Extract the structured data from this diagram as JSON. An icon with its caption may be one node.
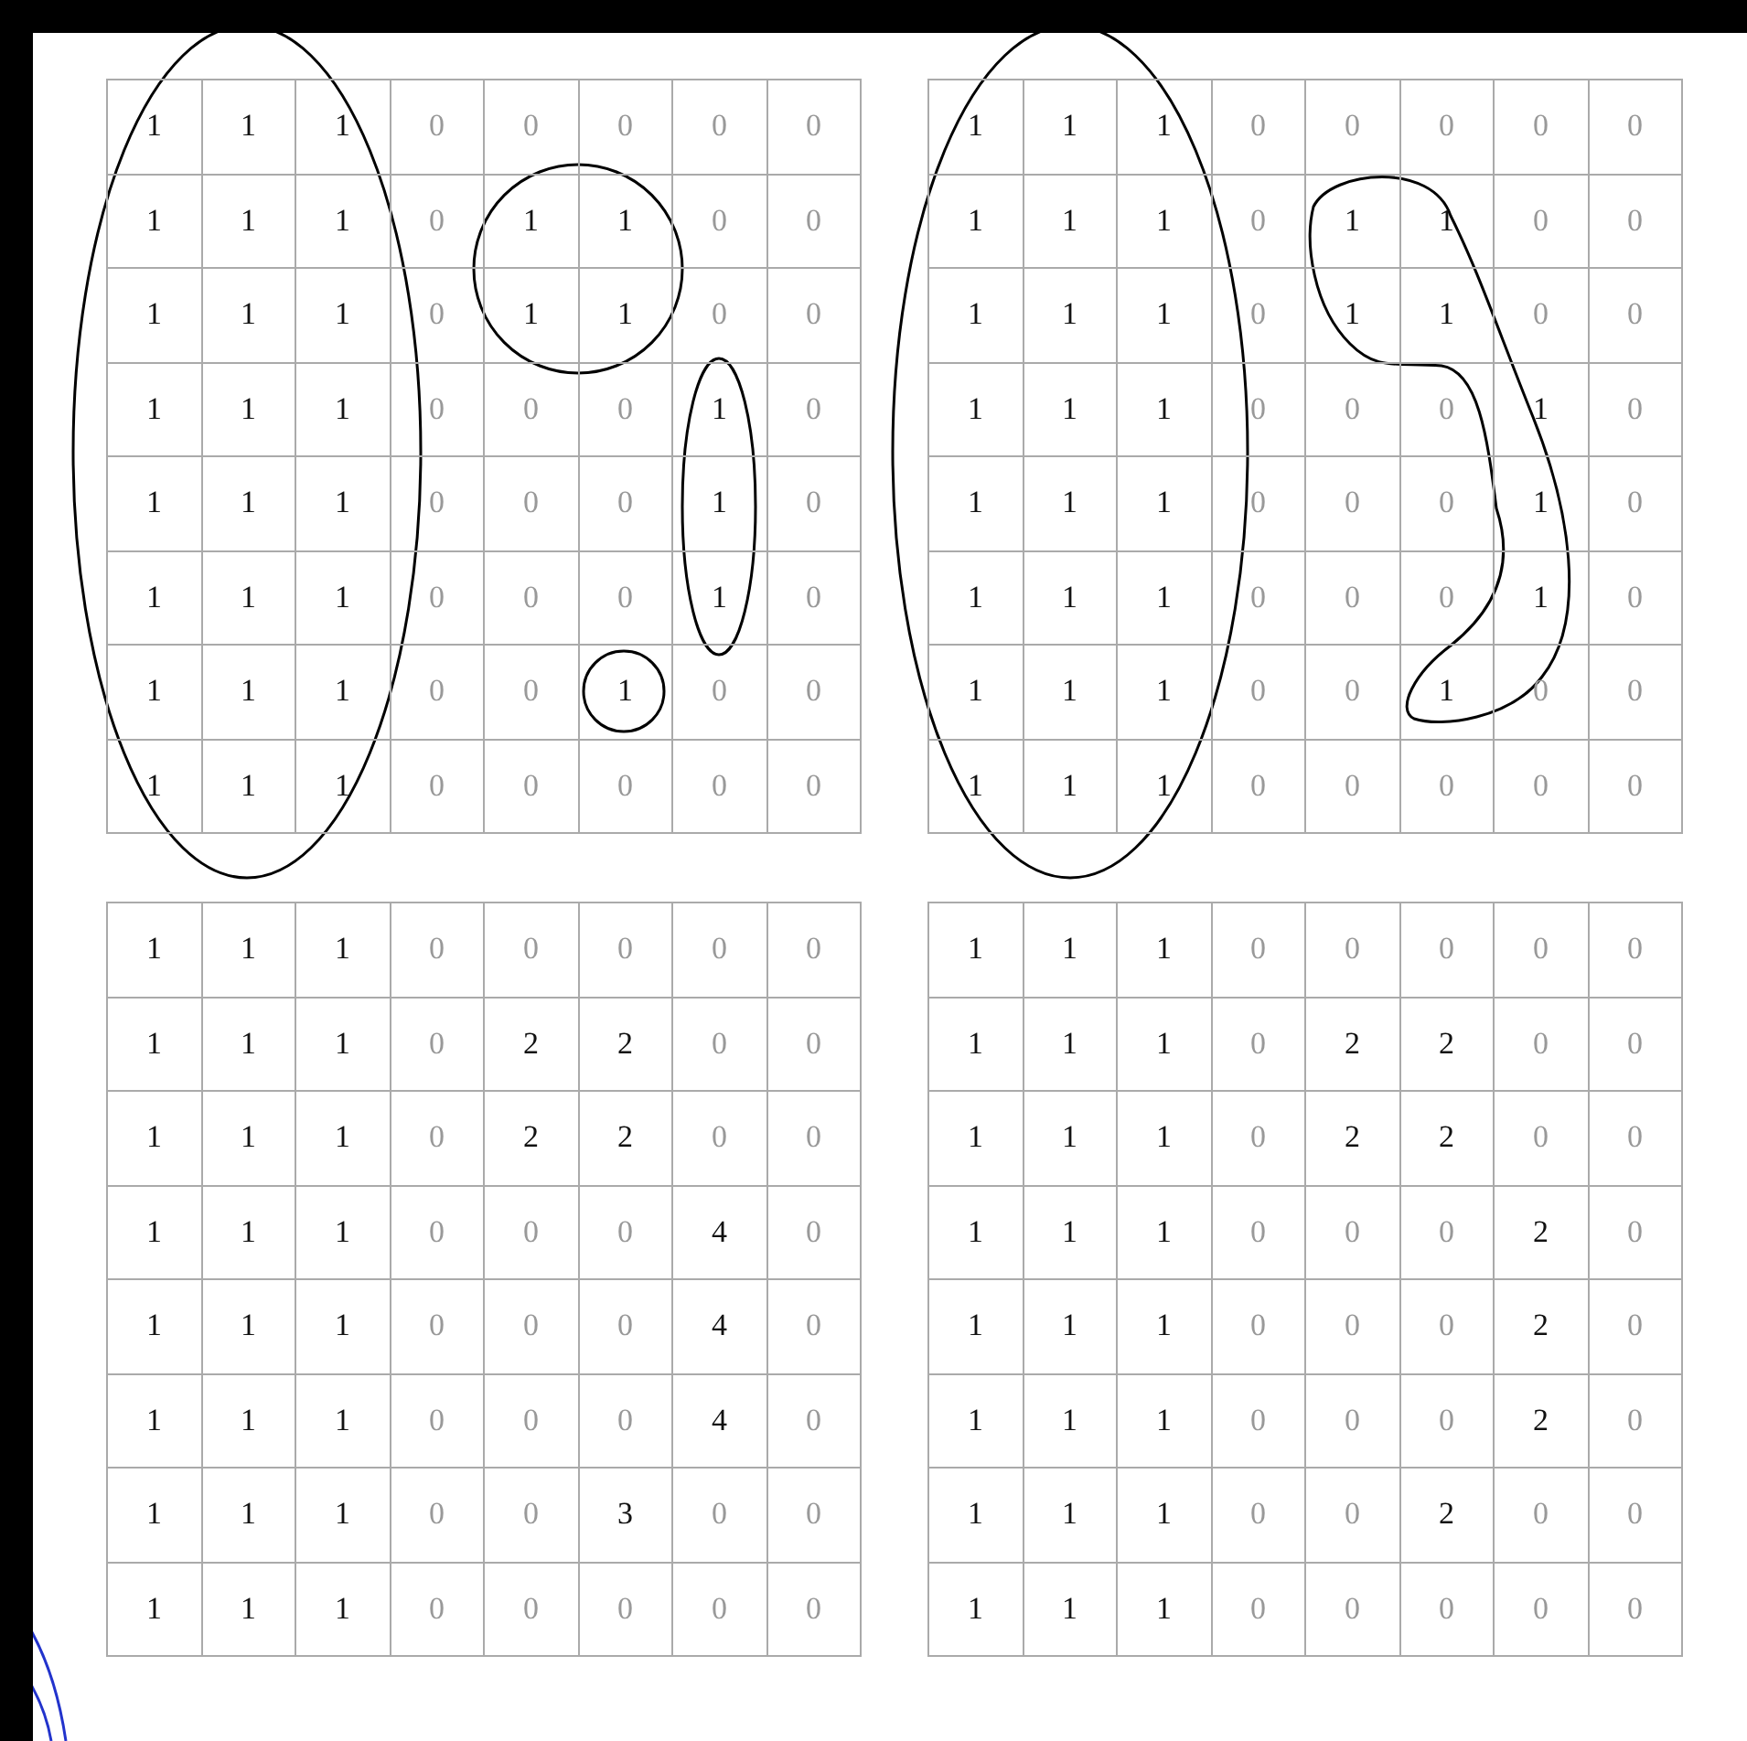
{
  "diagram": {
    "labels": [
      "1",
      "1",
      "1",
      "0",
      "0",
      "0",
      "0",
      "0",
      "1",
      "1",
      "1",
      "0",
      "1",
      "1",
      "0",
      "0",
      "1",
      "1",
      "1",
      "0",
      "1",
      "1",
      "0",
      "0",
      "1",
      "1",
      "1",
      "0",
      "0",
      "0",
      "1",
      "0",
      "1",
      "1",
      "1",
      "0",
      "0",
      "0",
      "1",
      "0",
      "1",
      "1",
      "1",
      "0",
      "0",
      "0",
      "1",
      "0",
      "1",
      "1",
      "1",
      "0",
      "0",
      "1",
      "0",
      "0",
      "1",
      "1",
      "1",
      "0",
      "0",
      "0",
      "0",
      "0",
      "1",
      "1",
      "1",
      "0",
      "0",
      "0",
      "0",
      "0",
      "1",
      "1",
      "1",
      "0",
      "1",
      "1",
      "0",
      "0",
      "1",
      "1",
      "1",
      "0",
      "1",
      "1",
      "0",
      "0",
      "1",
      "1",
      "1",
      "0",
      "0",
      "0",
      "1",
      "0",
      "1",
      "1",
      "1",
      "0",
      "0",
      "0",
      "1",
      "0",
      "1",
      "1",
      "1",
      "0",
      "0",
      "0",
      "1",
      "0",
      "1",
      "1",
      "1",
      "0",
      "0",
      "1",
      "0",
      "0",
      "1",
      "1",
      "1",
      "0",
      "0",
      "0",
      "0",
      "0",
      "1",
      "1",
      "1",
      "0",
      "0",
      "0",
      "0",
      "0",
      "1",
      "1",
      "1",
      "0",
      "2",
      "2",
      "0",
      "0",
      "1",
      "1",
      "1",
      "0",
      "2",
      "2",
      "0",
      "0",
      "1",
      "1",
      "1",
      "0",
      "0",
      "0",
      "4",
      "0",
      "1",
      "1",
      "1",
      "0",
      "0",
      "0",
      "4",
      "0",
      "1",
      "1",
      "1",
      "0",
      "0",
      "0",
      "4",
      "0",
      "1",
      "1",
      "1",
      "0",
      "0",
      "3",
      "0",
      "0",
      "1",
      "1",
      "1",
      "0",
      "0",
      "0",
      "0",
      "0",
      "1",
      "1",
      "1",
      "0",
      "0",
      "0",
      "0",
      "0",
      "1",
      "1",
      "1",
      "0",
      "2",
      "2",
      "0",
      "0",
      "1",
      "1",
      "1",
      "0",
      "2",
      "2",
      "0",
      "0",
      "1",
      "1",
      "1",
      "0",
      "0",
      "0",
      "2",
      "0",
      "1",
      "1",
      "1",
      "0",
      "0",
      "0",
      "2",
      "0",
      "1",
      "1",
      "1",
      "0",
      "0",
      "0",
      "2",
      "0",
      "1",
      "1",
      "1",
      "0",
      "0",
      "2",
      "0",
      "0",
      "1",
      "1",
      "1",
      "0",
      "0",
      "0",
      "0",
      "0"
    ]
  }
}
